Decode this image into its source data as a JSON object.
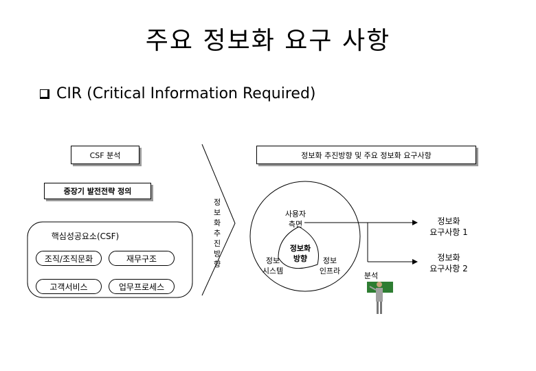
{
  "slide": {
    "title": "주요 정보화 요구 사항",
    "bullet_text": "CIR (Critical Information Required)"
  },
  "left_panel": {
    "csf_header": "CSF 분석",
    "strategy_box": "중장기 발전전략 정의",
    "csf_group_label": "핵심성공요소(CSF)",
    "items": [
      "조직/조직문화",
      "재무구조",
      "고객서비스",
      "업무프로세스"
    ]
  },
  "arrow_label": [
    "정",
    "보",
    "화",
    "추",
    "진",
    "방",
    "향"
  ],
  "right_panel": {
    "header": "정보화 추진방향 및 주요 정보화 요구사항",
    "center_top": [
      "정보화",
      "방향"
    ],
    "user_side": [
      "사용자",
      "측면"
    ],
    "info_system": [
      "정보",
      "시스템"
    ],
    "info_infra": [
      "정보",
      "인프라"
    ],
    "analysis_label": "분석",
    "requirement_1": [
      "정보화",
      "요구사항 1"
    ],
    "requirement_2": [
      "정보화",
      "요구사항 2"
    ]
  },
  "icons": {
    "presenter": "presenter-icon",
    "bullet": "checkbox-bullet-icon"
  }
}
